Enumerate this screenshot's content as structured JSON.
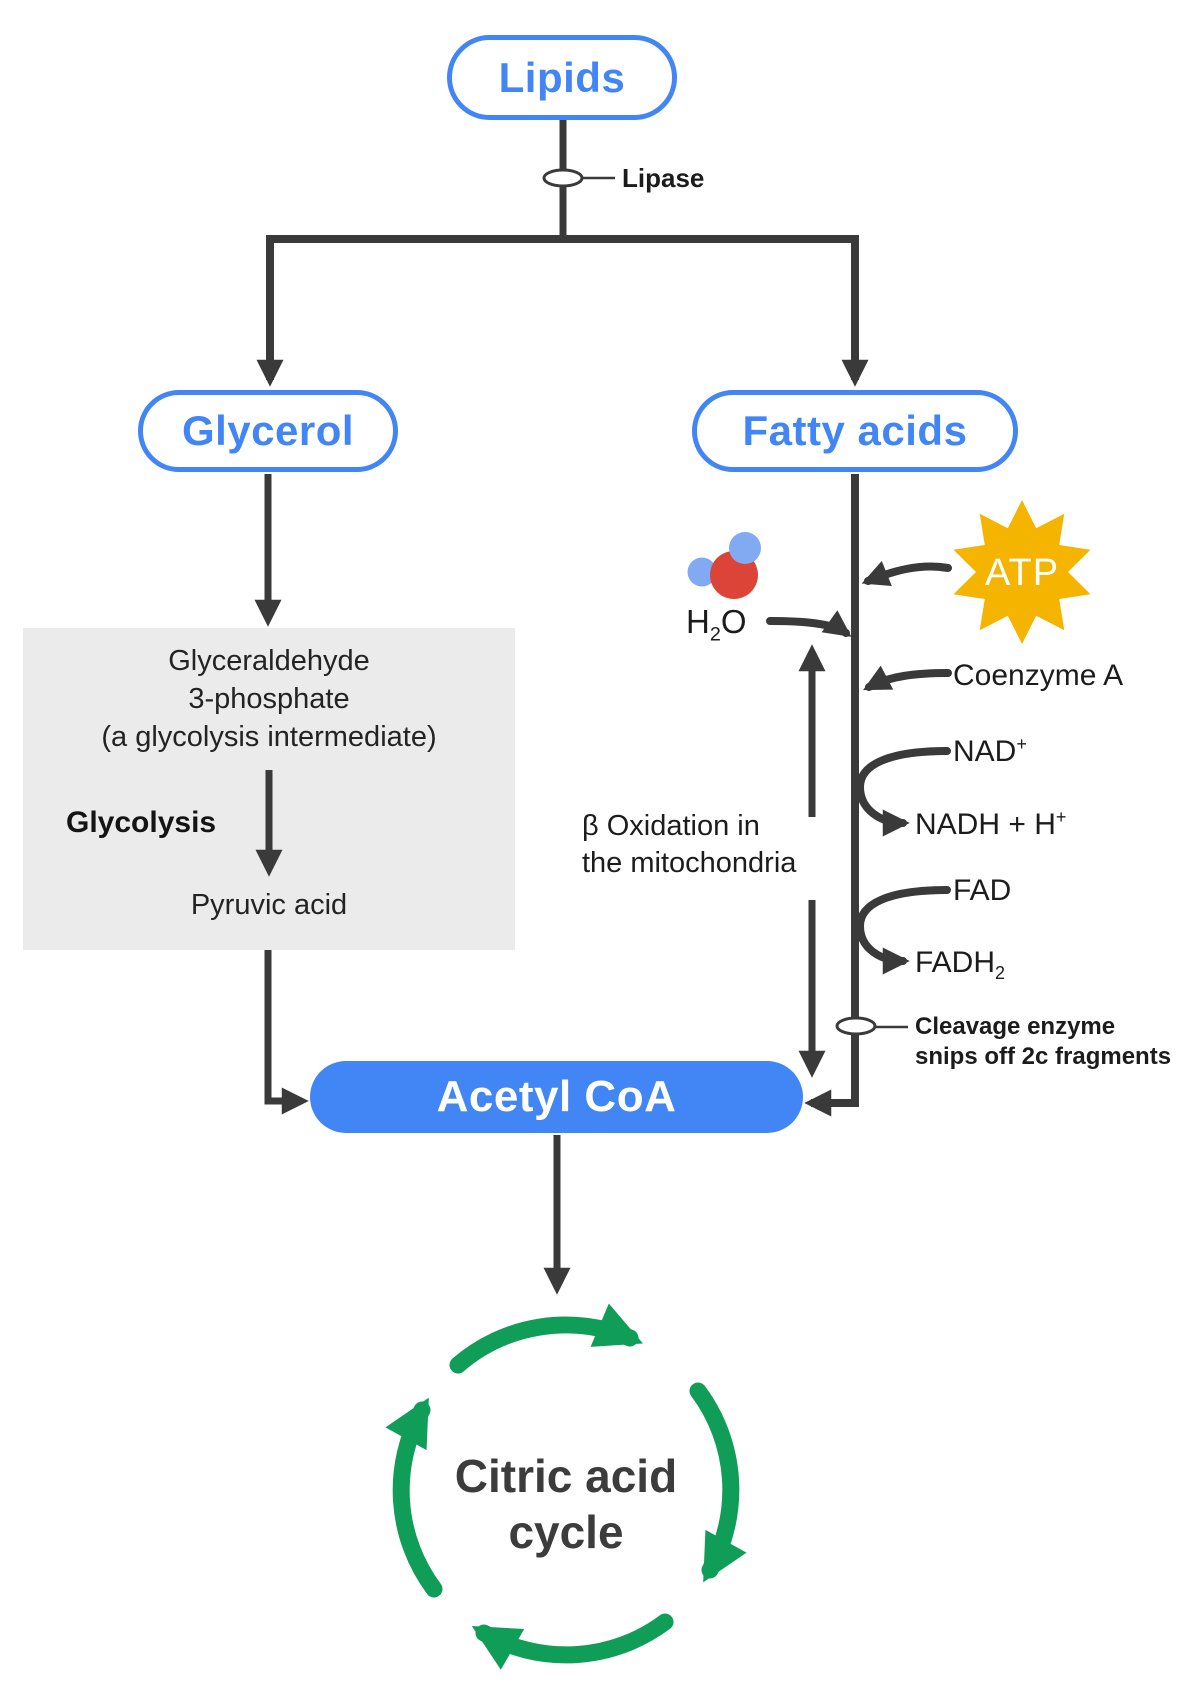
{
  "title": "Lipid breakdown pathway diagram",
  "nodes": {
    "lipids": {
      "label": "Lipids"
    },
    "glycerol": {
      "label": "Glycerol"
    },
    "fatty_acids": {
      "label": "Fatty acids"
    },
    "acetyl_coa": {
      "label": "Acetyl CoA"
    },
    "citric_acid_cycle": {
      "line1": "Citric acid",
      "line2": "cycle"
    }
  },
  "enzymes": {
    "lipase": {
      "label": "Lipase"
    },
    "cleavage": {
      "line1": "Cleavage enzyme",
      "line2": "snips off 2c fragments"
    }
  },
  "glycolysis_box": {
    "intermediate_line1": "Glyceraldehyde",
    "intermediate_line2": "3-phosphate",
    "intermediate_line3": "(a glycolysis intermediate)",
    "process_label": "Glycolysis",
    "product": "Pyruvic acid"
  },
  "beta_oxidation": {
    "line1": "β Oxidation in",
    "line2": "the mitochondria"
  },
  "molecules": {
    "atp": {
      "label": "ATP"
    },
    "h2o": {
      "pre": "H",
      "sub": "2",
      "post": "O"
    },
    "coenzyme_a": {
      "label": "Coenzyme A"
    },
    "nad": {
      "base": "NAD",
      "sup": "+"
    },
    "nadh": {
      "base": "NADH + H",
      "sup": "+"
    },
    "fad": {
      "label": "FAD"
    },
    "fadh2": {
      "base": "FADH",
      "sub": "2"
    }
  },
  "icons": {
    "atp_star": "ten-point-star-burst",
    "water_molecule": "water-molecule-circles",
    "lipase_marker": "enzyme-ellipse",
    "cleavage_marker": "enzyme-ellipse",
    "cycle_arrows": "circular-arrows-clockwise"
  },
  "colors": {
    "node_blue": "#4285f4",
    "line_dark": "#3a3a3a",
    "box_gray": "#ebebeb",
    "cycle_green": "#0f9d58",
    "atp_yellow": "#f4b400",
    "oxygen_red": "#db4437",
    "hydrogen_blue": "#82aaf2",
    "background": "#ffffff"
  }
}
